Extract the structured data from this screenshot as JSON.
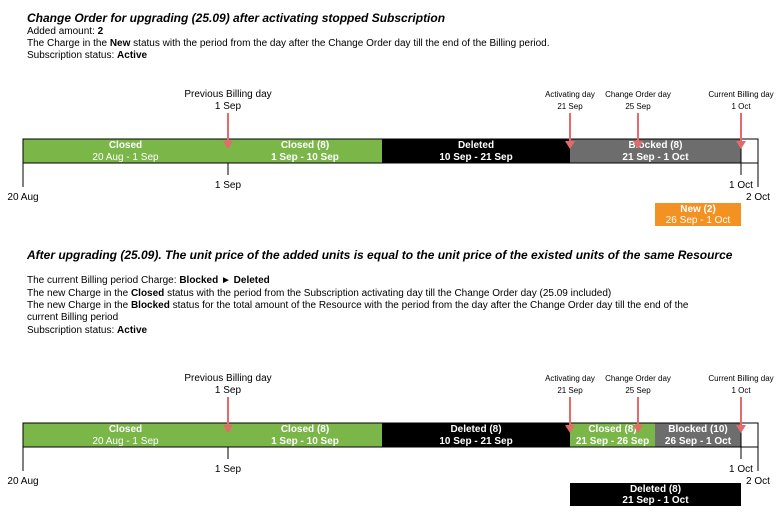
{
  "section1": {
    "title": "Change Order for upgrading (25.09) after activating stopped Subscription",
    "added_prefix": "Added amount: ",
    "added_value": "2",
    "line2_a": "The Charge in the ",
    "line2_b": "New",
    "line2_c": " status with the period from the day after the Change Order day till the end of the Billing period.",
    "status_label": "Subscription status: ",
    "status_value": "Active"
  },
  "section2": {
    "title": "After upgrading (25.09). The unit price of the added units is equal to the unit price of the existed units of the same Resource",
    "line1_a": "The current Billing period Charge: ",
    "line1_b": "Blocked ► Deleted",
    "line2_a": "The new Charge in the ",
    "line2_b": "Closed",
    "line2_c": " status with the period from the Subscription activating day till the Change Order day (25.09 included)",
    "line3_a": "The new Charge in the ",
    "line3_b": "Blocked",
    "line3_c": " status for the total amount of the Resource with the period from the day after the Change Order day till the end of the",
    "line4": "current Billing period",
    "status_label": "Subscription status: ",
    "status_value": "Active"
  },
  "colors": {
    "closed": "#7ab648",
    "deleted": "#000000",
    "blocked": "#6d6d6d",
    "new": "#f39223",
    "arrow": "#e8696b"
  },
  "timelines": [
    {
      "markers": [
        {
          "l1": "Previous Billing day",
          "l2": "1 Sep"
        },
        {
          "l1": "Activating day",
          "l2": "21 Sep"
        },
        {
          "l1": "Change Order day",
          "l2": "25 Sep"
        },
        {
          "l1": "Current Billing day",
          "l2": "1 Oct"
        }
      ],
      "segments": [
        {
          "status": "closed",
          "name": "Closed",
          "period": "20 Aug - 1 Sep"
        },
        {
          "status": "closed",
          "name": "Closed  (8)",
          "period": "1 Sep - 10 Sep"
        },
        {
          "status": "deleted",
          "name": "Deleted",
          "period": "10 Sep - 21 Sep"
        },
        {
          "status": "blocked",
          "name": "Blocked (8)",
          "period": "21 Sep - 1 Oct"
        }
      ],
      "ticks": [
        "20 Aug",
        "1 Sep",
        "1 Oct",
        "2 Oct"
      ],
      "extra": {
        "status": "new",
        "name": "New (2)",
        "period": "26 Sep - 1 Oct"
      }
    },
    {
      "markers": [
        {
          "l1": "Previous Billing day",
          "l2": "1 Sep"
        },
        {
          "l1": "Activating day",
          "l2": "21 Sep"
        },
        {
          "l1": "Change Order day",
          "l2": "25 Sep"
        },
        {
          "l1": "Current Billing day",
          "l2": "1 Oct"
        }
      ],
      "segments": [
        {
          "status": "closed",
          "name": "Closed",
          "period": "20 Aug - 1 Sep"
        },
        {
          "status": "closed",
          "name": "Closed  (8)",
          "period": "1 Sep - 10 Sep"
        },
        {
          "status": "deleted",
          "name": "Deleted (8)",
          "period": "10 Sep - 21 Sep"
        },
        {
          "status": "closed",
          "name": "Closed (8)",
          "period": "21 Sep - 26 Sep"
        },
        {
          "status": "blocked",
          "name": "Blocked (10)",
          "period": "26 Sep - 1 Oct"
        }
      ],
      "ticks": [
        "20 Aug",
        "1 Sep",
        "1 Oct",
        "2 Oct"
      ],
      "extra": {
        "status": "deleted",
        "name": "Deleted (8)",
        "period": "21 Sep - 1 Oct"
      }
    }
  ]
}
